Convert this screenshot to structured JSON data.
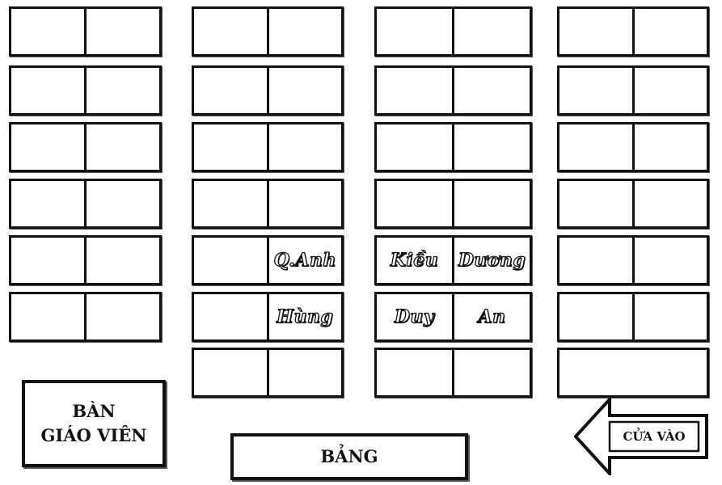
{
  "columns": [
    {
      "rows": [
        [
          "",
          ""
        ],
        [
          "",
          ""
        ],
        [
          "",
          ""
        ],
        [
          "",
          ""
        ],
        [
          "",
          ""
        ],
        [
          "",
          ""
        ]
      ]
    },
    {
      "rows": [
        [
          "",
          ""
        ],
        [
          "",
          ""
        ],
        [
          "",
          ""
        ],
        [
          "",
          ""
        ],
        [
          "",
          "Q.Anh"
        ],
        [
          "",
          "Hùng"
        ],
        [
          "",
          ""
        ]
      ]
    },
    {
      "rows": [
        [
          "",
          ""
        ],
        [
          "",
          ""
        ],
        [
          "",
          ""
        ],
        [
          "",
          ""
        ],
        [
          "Kiều",
          "Dương"
        ],
        [
          "Duy",
          "An"
        ],
        [
          "",
          ""
        ]
      ]
    },
    {
      "rows": [
        [
          "",
          ""
        ],
        [
          "",
          ""
        ],
        [
          "",
          ""
        ],
        [
          "",
          ""
        ],
        [
          "",
          ""
        ],
        [
          "",
          ""
        ],
        [
          ""
        ]
      ]
    }
  ],
  "teacher_desk": {
    "line1": "BÀN",
    "line2": "GIÁO VIÊN"
  },
  "board": {
    "label": "BẢNG"
  },
  "entrance": {
    "label": "CỬA VÀO"
  },
  "colors": {
    "line": "#111111",
    "background": "#ffffff"
  }
}
